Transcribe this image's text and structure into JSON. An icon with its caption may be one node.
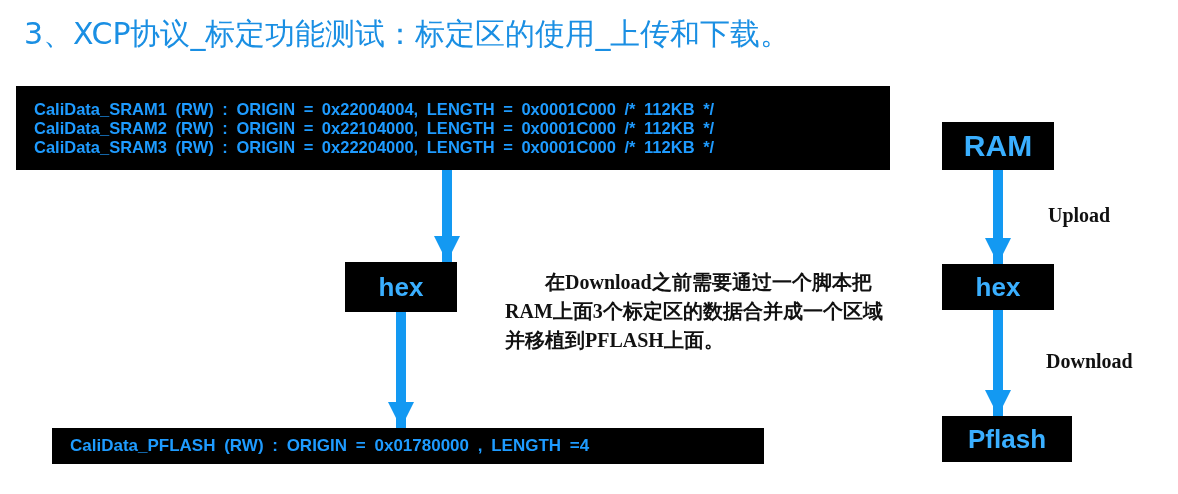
{
  "diagram": {
    "title": "3、XCP协议_标定功能测试：标定区的使用_上传和下载。",
    "nodes": [
      {
        "text": [
          "CaliData_SRAM1 (RW) : ORIGIN = 0x22004004, LENGTH = 0x0001C000 /* 112KB */",
          "CaliData_SRAM2 (RW) : ORIGIN = 0x22104000, LENGTH = 0x0001C000 /* 112KB */",
          "CaliData_SRAM3 (RW) : ORIGIN = 0x22204000, LENGTH = 0x0001C000 /* 112KB */"
        ]
      },
      {
        "text": [
          "hex"
        ]
      },
      {
        "text": [
          "CaliData_PFLASH (RW) : ORIGIN = 0x01780000 , LENGTH =4"
        ]
      },
      {
        "text": [
          "RAM"
        ]
      },
      {
        "text": [
          "hex"
        ]
      },
      {
        "text": [
          "Pflash"
        ]
      }
    ],
    "edges": [
      {
        "from": 0,
        "to": 1,
        "arrow": "to"
      },
      {
        "from": 1,
        "to": 2,
        "arrow": "to"
      },
      {
        "from": 3,
        "to": 4,
        "arrow": "to",
        "label": "Upload"
      },
      {
        "from": 4,
        "to": 5,
        "arrow": "to",
        "label": "Download"
      }
    ],
    "labels": [
      "在Download之前需要通过一个脚本把RAM上面3个标定区的数据合并成一个区域并移植到PFLASH上面。"
    ]
  }
}
